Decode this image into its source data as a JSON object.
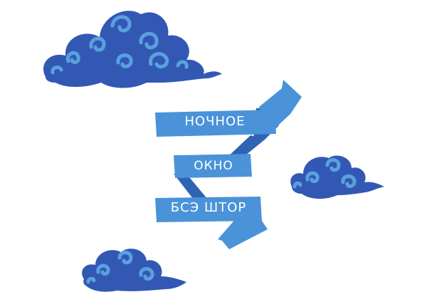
{
  "ribbon": {
    "lines": [
      "ночное",
      "окно",
      "бсэ штор"
    ]
  },
  "colors": {
    "background": "#ffffff",
    "cloud": "#3358b4",
    "cloud_swirl": "#5aa0de",
    "ribbon_front": "#4a93d9",
    "ribbon_back": "#2f63b3",
    "text": "#ffffff"
  },
  "icons": [
    "cloud-icon",
    "ribbon-banner-icon"
  ]
}
